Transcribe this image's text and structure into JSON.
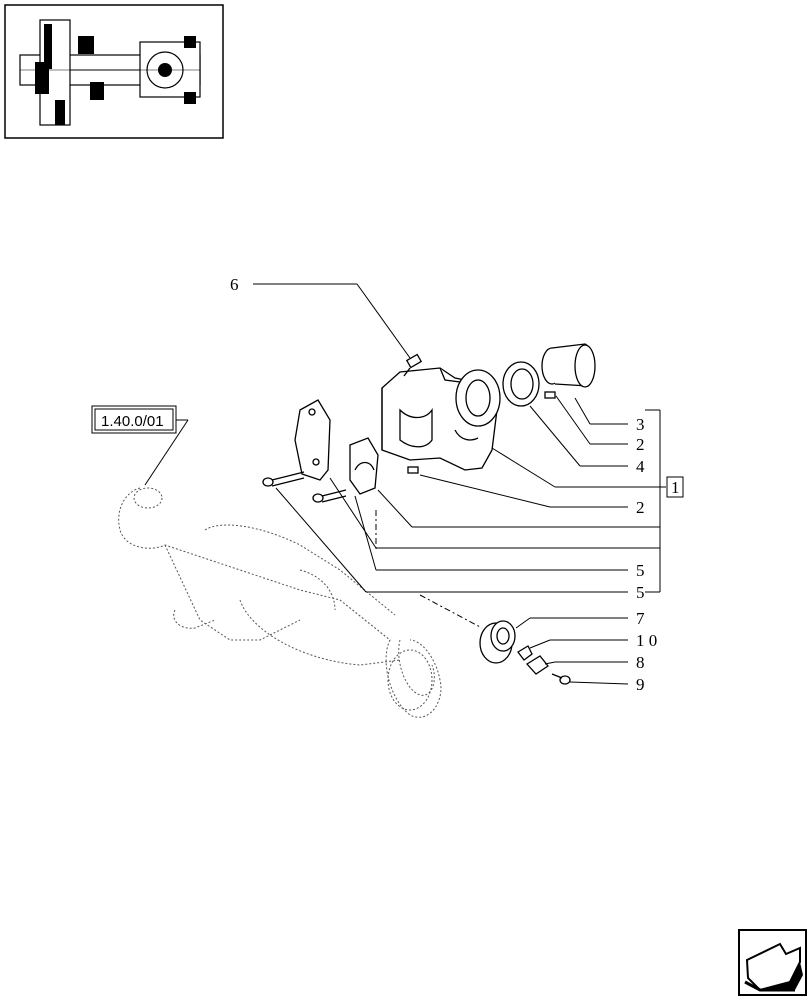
{
  "reference_label": "1.40.0/01",
  "group_label": "1",
  "callouts": {
    "c6": "6",
    "c3": "3",
    "c2a": "2",
    "c4": "4",
    "c2b": "2",
    "c5a": "5",
    "c5b": "5",
    "c7": "7",
    "c10": "1 0",
    "c8": "8",
    "c9": "9"
  },
  "icons": {
    "thumbnail": "axle-assembly-thumbnail",
    "nav": "next-page-arrow-icon"
  }
}
